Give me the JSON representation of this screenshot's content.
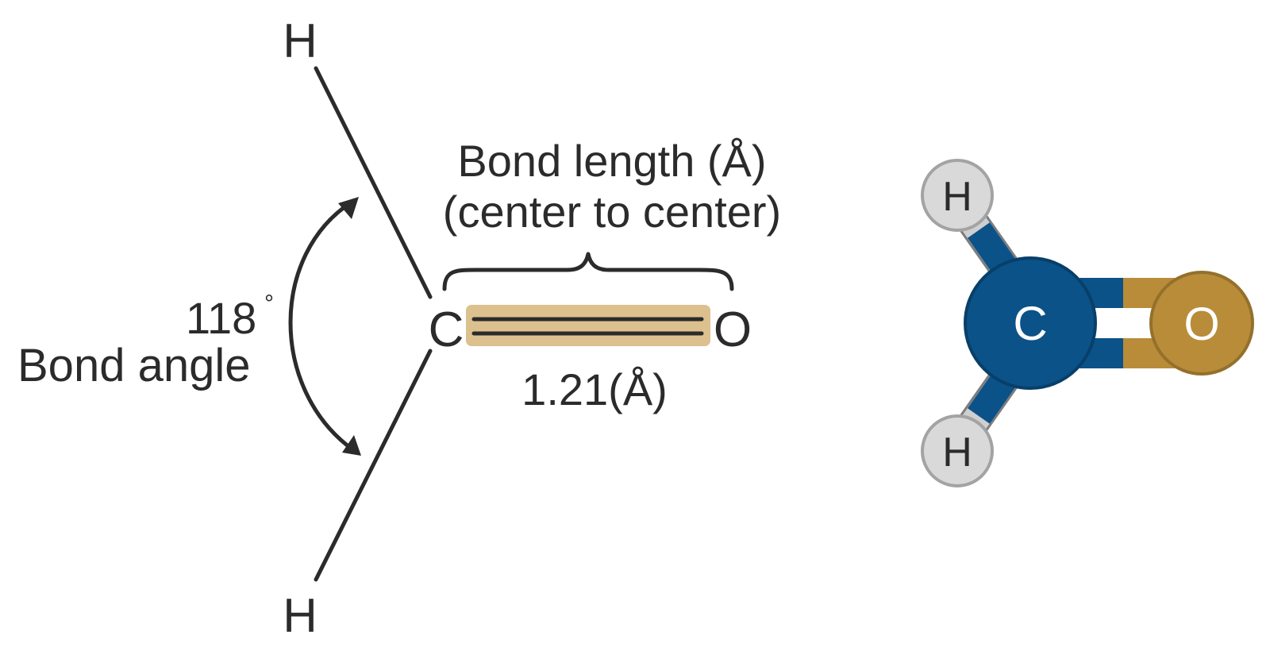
{
  "structural": {
    "atom_top_h": "H",
    "atom_bottom_h": "H",
    "atom_c": "C",
    "atom_o": "O",
    "angle_value": "118",
    "angle_unit": "°",
    "angle_caption": "Bond angle",
    "length_caption_line1": "Bond length (Å)",
    "length_caption_line2": "(center to center)",
    "length_value": "1.21(Å)"
  },
  "model": {
    "atom_h1": "H",
    "atom_h2": "H",
    "atom_c": "C",
    "atom_o": "O"
  },
  "colors": {
    "text": "#2b2b2b",
    "bond_highlight": "#dcc08e",
    "carbon": "#0b5289",
    "oxygen": "#b98c3a",
    "hydrogen": "#d9d9d9",
    "hydrogen_stroke": "#9e9e9e",
    "h_bond": "#cfcfcf"
  }
}
